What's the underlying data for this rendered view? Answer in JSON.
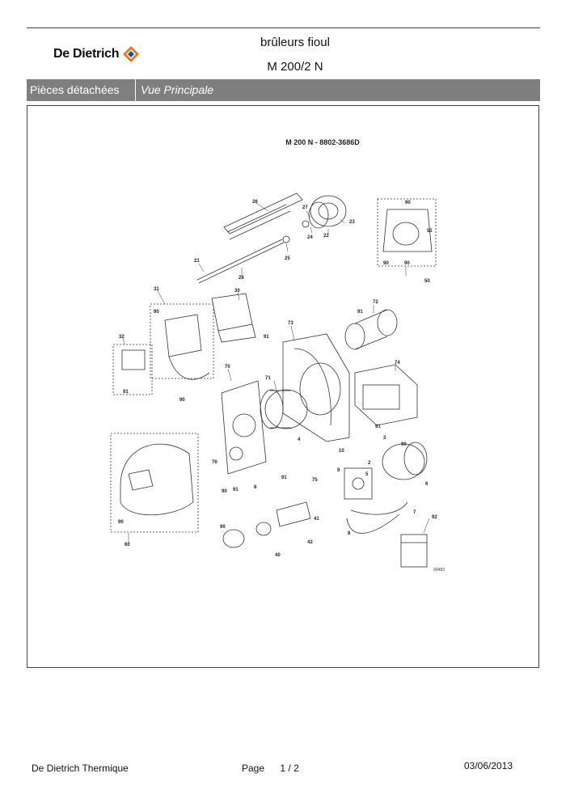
{
  "header": {
    "brand": "De Dietrich",
    "title_line1": "brûleurs fioul",
    "title_line2": "M 200/2 N"
  },
  "banner": {
    "section": "Pièces détachées",
    "view": "Vue Principale"
  },
  "diagram": {
    "title": "M 200 N - 8802-3686D",
    "ref_code": "00483",
    "callouts": [
      "26",
      "27",
      "23",
      "22",
      "24",
      "25",
      "21",
      "28",
      "50",
      "51",
      "90",
      "31",
      "30",
      "91",
      "32",
      "73",
      "72",
      "74",
      "70",
      "71",
      "4",
      "3",
      "10",
      "9",
      "2",
      "5",
      "6",
      "7",
      "8",
      "76",
      "75",
      "41",
      "42",
      "40",
      "60",
      "92"
    ]
  },
  "footer": {
    "company": "De Dietrich Thermique",
    "page_label": "Page",
    "page_current": "1",
    "page_sep": "/",
    "page_total": "2",
    "date": "03/06/2013"
  }
}
